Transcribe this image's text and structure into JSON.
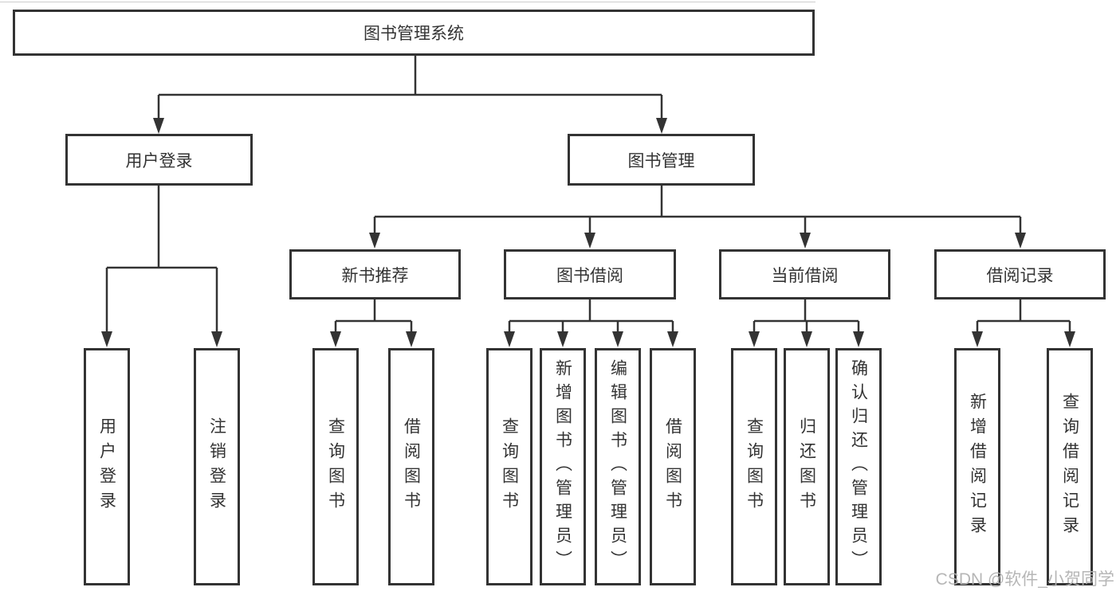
{
  "diagram": {
    "title": "图书管理系统",
    "root": "图书管理系统",
    "branches": {
      "user_login": "用户登录",
      "book_mgmt": "图书管理"
    },
    "modules": {
      "new_book_rec": "新书推荐",
      "book_borrow": "图书借阅",
      "current_borrow": "当前借阅",
      "borrow_records": "借阅记录"
    },
    "leaves": {
      "user_login": "用户登录",
      "logout": "注销登录",
      "nbr_query": "查询图书",
      "nbr_borrow": "借阅图书",
      "bb_query": "查询图书",
      "bb_add": "新增图书（管理员）",
      "bb_edit": "编辑图书（管理员）",
      "bb_borrow": "借阅图书",
      "cb_query": "查询图书",
      "cb_return": "归还图书",
      "cb_confirm": "确认归还（管理员）",
      "br_add": "新增借阅记录",
      "br_query": "查询借阅记录"
    }
  },
  "watermark": "CSDN @软件_小贺同学",
  "colors": {
    "line": "#333333",
    "box_border": "#333333",
    "text": "#333333",
    "watermark": "#b2b2b2",
    "background": "#ffffff"
  }
}
